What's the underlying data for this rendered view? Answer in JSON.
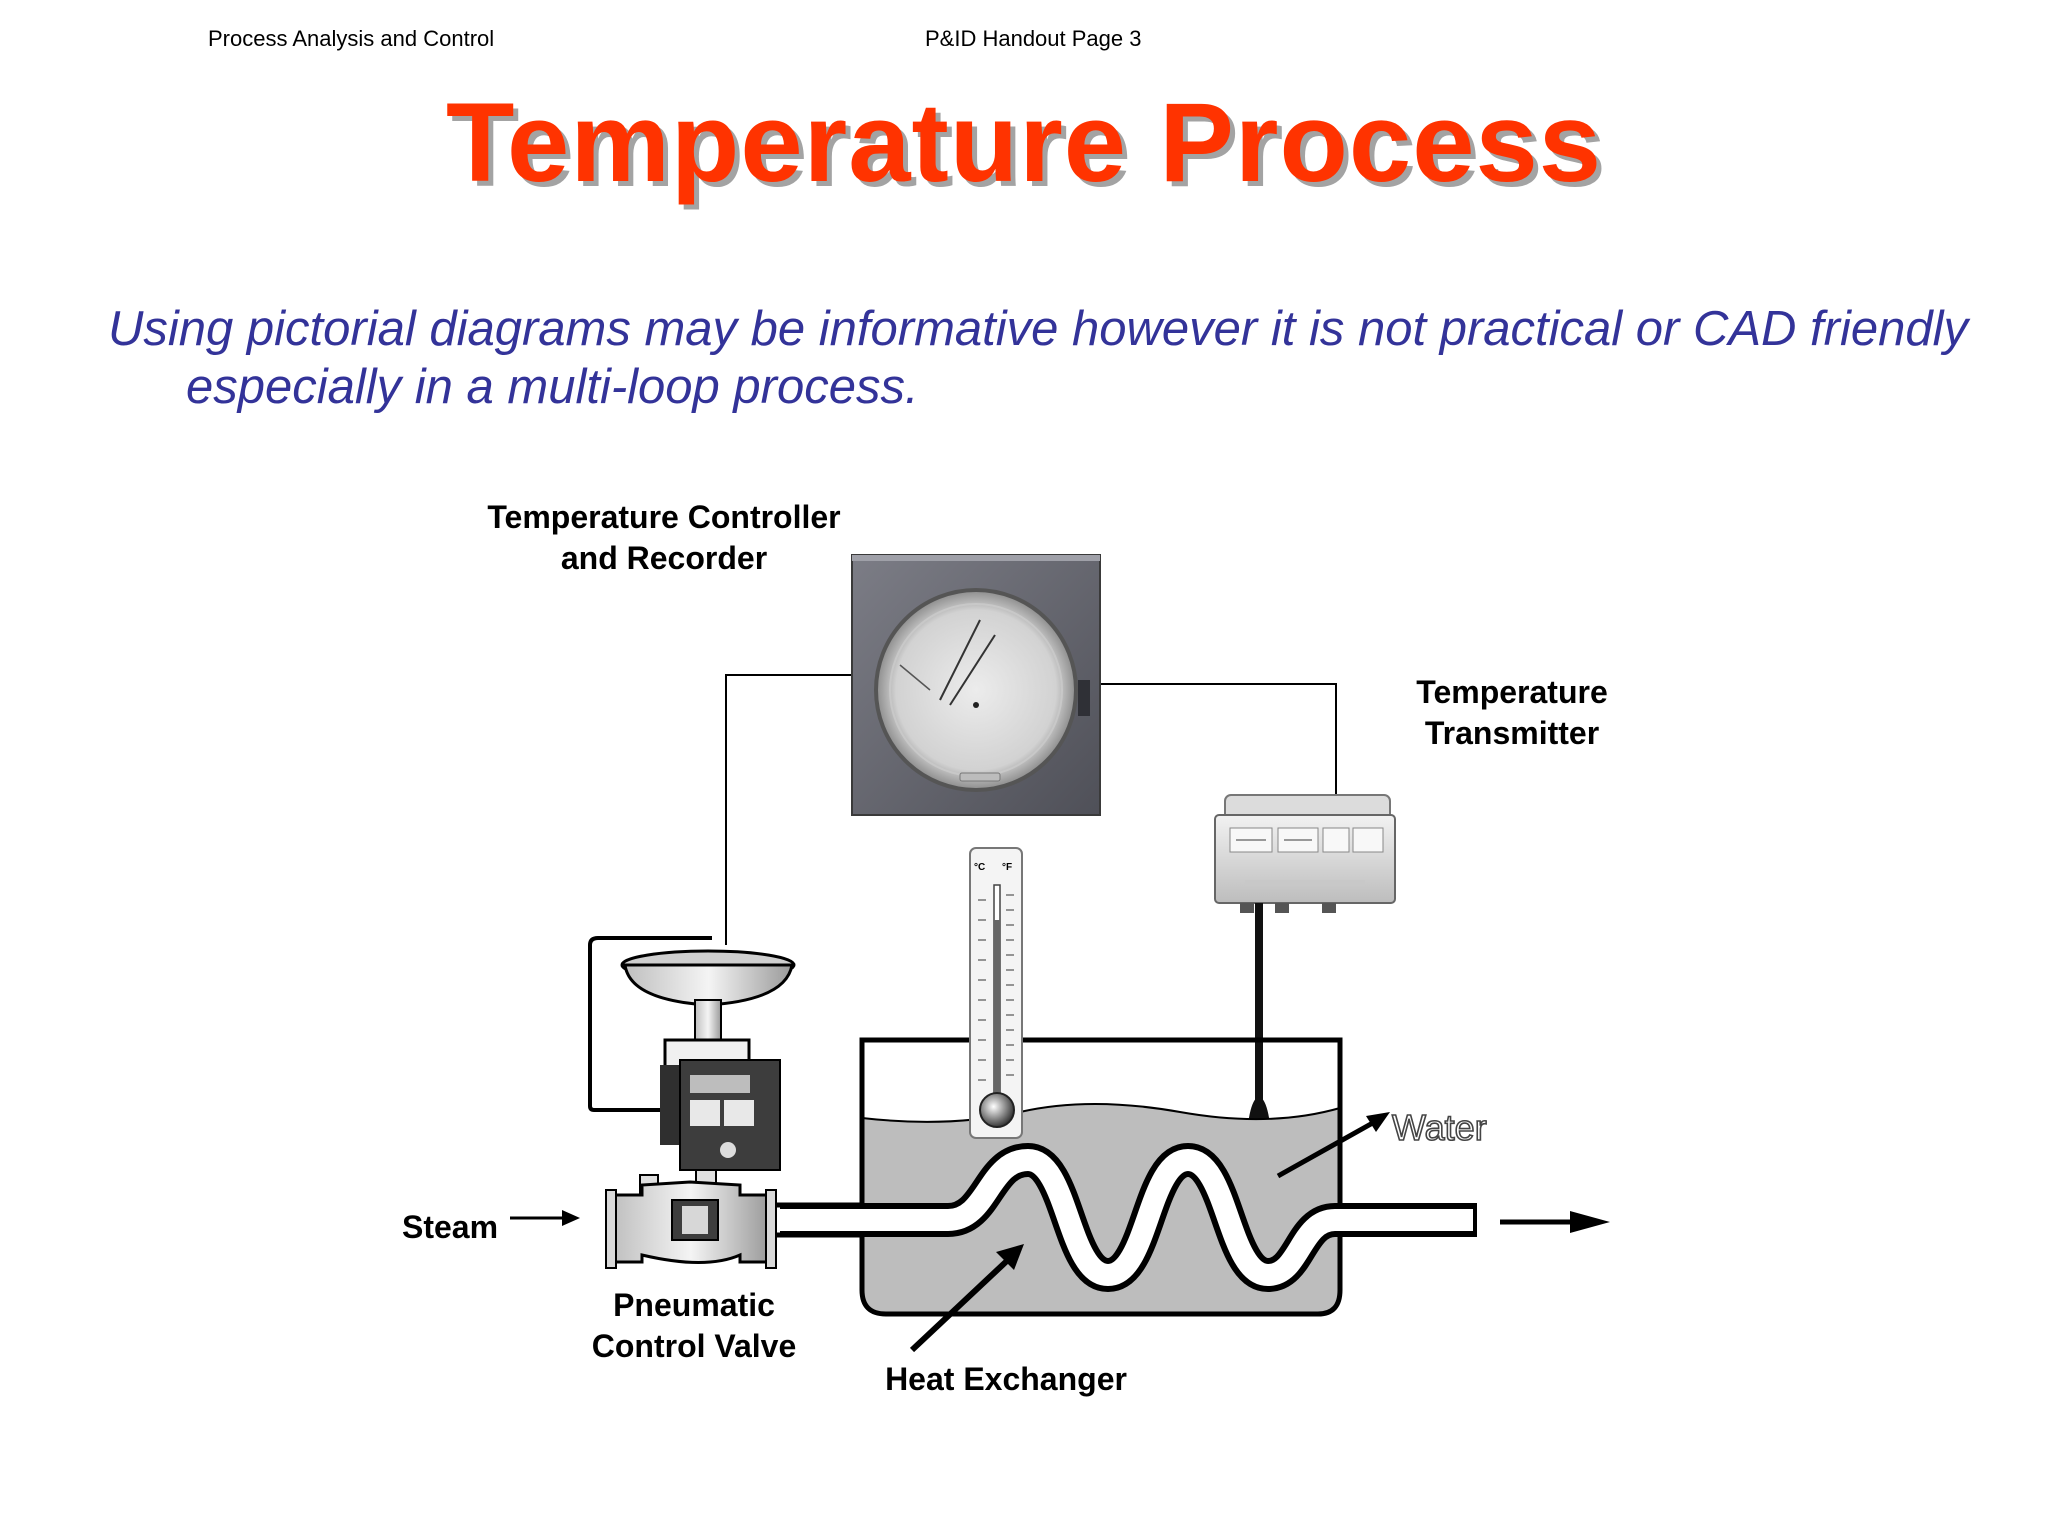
{
  "header": {
    "left": "Process Analysis and Control",
    "center": "P&ID Handout Page 3"
  },
  "title": "Temperature Process",
  "subtitle": "Using pictorial diagrams may be informative however it is not practical or CAD friendly especially in a multi-loop process.",
  "labels": {
    "controller_line1": "Temperature Controller",
    "controller_line2": "and Recorder",
    "transmitter_line1": "Temperature",
    "transmitter_line2": "Transmitter",
    "water": "Water",
    "steam": "Steam",
    "valve_line1": "Pneumatic",
    "valve_line2": "Control Valve",
    "heat_exchanger": "Heat Exchanger"
  },
  "thermometer": {
    "scale_c": "°C",
    "scale_f": "°F"
  },
  "colors": {
    "title": "#ff3300",
    "subtitle": "#333399",
    "water": "#bdbdbd"
  }
}
